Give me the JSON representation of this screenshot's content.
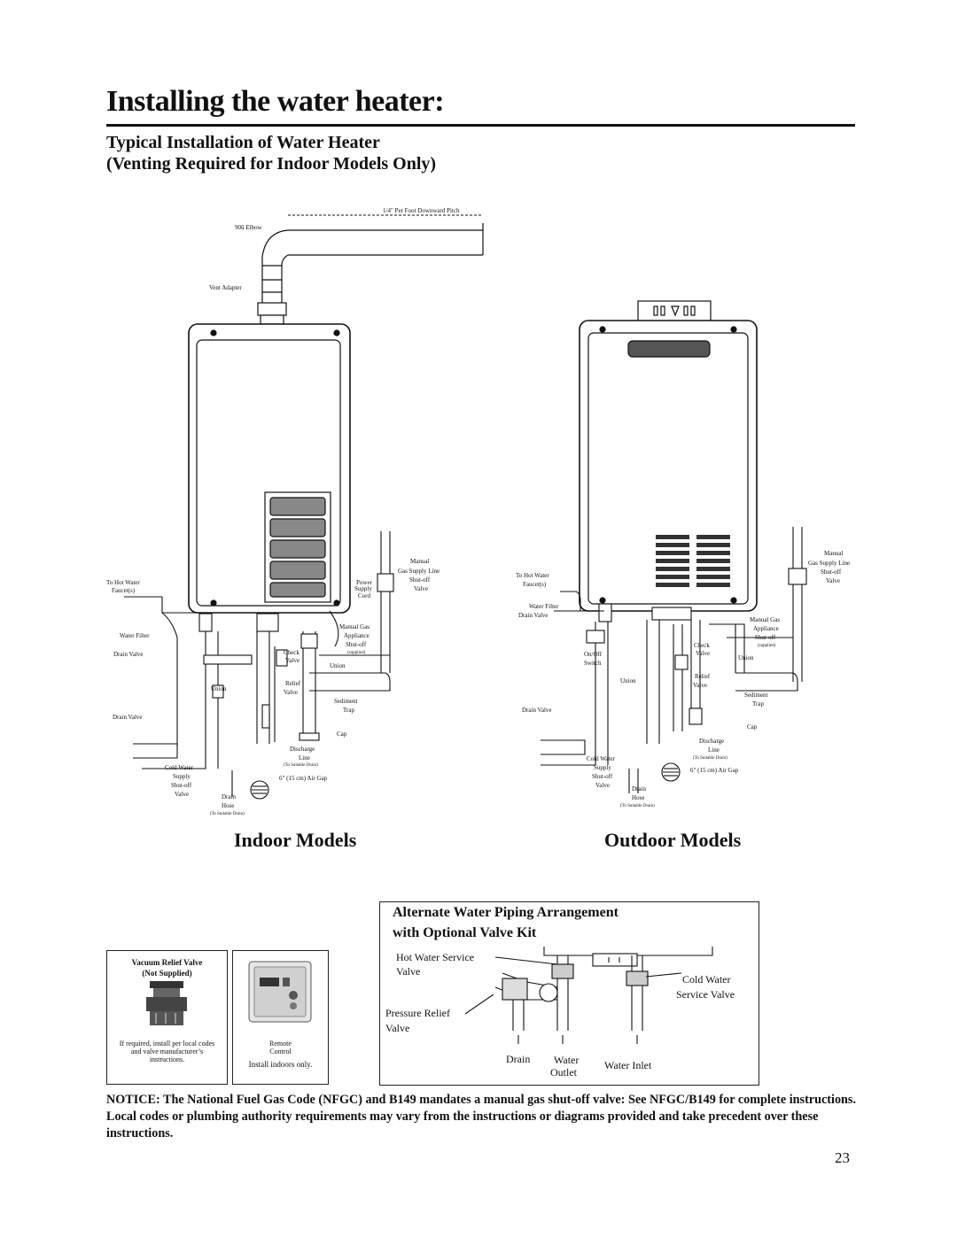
{
  "page": {
    "title": "Installing the water heater:",
    "subtitle_line1": "Typical Installation of Water Heater",
    "subtitle_line2": "(Venting Required for Indoor Models Only)",
    "number": "23"
  },
  "indoor": {
    "heading": "Indoor Models",
    "labels": {
      "pitch": "1/4\" Per Foot Downward Pitch",
      "elbow": "90û Elbow",
      "vent_adapter": "Vent Adapter",
      "hot_water_faucets_1": "To Hot Water",
      "hot_water_faucets_2": "Faucet(s)",
      "power_1": "Power",
      "power_2": "Supply",
      "power_3": "Cord",
      "manual_gas_1": "Manual",
      "manual_gas_2": "Gas Supply Line",
      "manual_gas_3": "Shut-off",
      "manual_gas_4": "Valve",
      "water_filter": "Water Filter",
      "drain_valve_top": "Drain Valve",
      "appliance_1": "Manual Gas",
      "appliance_2": "Appliance",
      "appliance_3": "Shut-off",
      "appliance_4": "(supplied)",
      "check_1": "Check",
      "check_2": "Valve",
      "union_right": "Union",
      "union_left": "Union",
      "relief_1": "Relief",
      "relief_2": "Valve",
      "sediment_1": "Sediment",
      "sediment_2": "Trap",
      "drain_valve_low": "Drain Valve",
      "cap": "Cap",
      "discharge_1": "Discharge",
      "discharge_2": "Line",
      "discharge_3": "(To Suitable Drain)",
      "cold_1": "Cold Water",
      "cold_2": "Supply",
      "cold_3": "Shut-off",
      "cold_4": "Valve",
      "air_gap": "6\" (15 cm) Air Gap",
      "drain_hose_1": "Drain",
      "drain_hose_2": "Hose",
      "drain_hose_3": "(To Suitable Drain)"
    }
  },
  "outdoor": {
    "heading": "Outdoor Models",
    "labels": {
      "hot_water_1": "To Hot Water",
      "hot_water_2": "Faucet(s)",
      "manual_1": "Manual",
      "manual_2": "Gas Supply Line",
      "manual_3": "Shut-off",
      "manual_4": "Valve",
      "water_filter": "Water Filter",
      "drain_valve_top": "Drain Valve",
      "appliance_1": "Manual Gas",
      "appliance_2": "Appliance",
      "appliance_3": "Shut-off",
      "appliance_4": "(supplied)",
      "check_1": "Check",
      "check_2": "Valve",
      "onoff_1": "On/Off",
      "onoff_2": "Switch",
      "union_right": "Union",
      "union_left": "Union",
      "relief_1": "Relief",
      "relief_2": "Valve",
      "sediment_1": "Sediment",
      "sediment_2": "Trap",
      "drain_valve_low": "Drain Valve",
      "cap": "Cap",
      "discharge_1": "Discharge",
      "discharge_2": "Line",
      "discharge_3": "(To Suitable Drain)",
      "cold_1": "Cold Water",
      "cold_2": "Supply",
      "cold_3": "Shut-off",
      "cold_4": "Valve",
      "air_gap": "6\" (15 cm) Air Gap",
      "drain_hose_1": "Drain",
      "drain_hose_2": "Hose",
      "drain_hose_3": "(To Suitable Drain)"
    }
  },
  "vacuum_box": {
    "title_1": "Vacuum Relief Valve",
    "title_2": "(Not Supplied)",
    "note_1": "If required, install per local codes",
    "note_2": "and valve manufacturer’s",
    "note_3": "instructions."
  },
  "remote_box": {
    "label_1": "Remote",
    "label_2": "Control",
    "note": "Install indoors only."
  },
  "alternate_box": {
    "title_1": "Alternate Water Piping Arrangement",
    "title_2": "with Optional Valve Kit",
    "hot_service_1": "Hot Water Service",
    "hot_service_2": "Valve",
    "cold_service_1": "Cold Water",
    "cold_service_2": "Service Valve",
    "pressure_1": "Pressure Relief",
    "pressure_2": "Valve",
    "drain": "Drain",
    "water_outlet_1": "Water",
    "water_outlet_2": "Outlet",
    "water_inlet": "Water Inlet"
  },
  "notice": "NOTICE: The National Fuel Gas Code (NFGC) and B149 mandates a manual gas shut-off valve: See NFGC/B149 for complete instructions. Local codes or plumbing authority requirements may vary from the instructions or diagrams provided and take precedent over these instructions."
}
